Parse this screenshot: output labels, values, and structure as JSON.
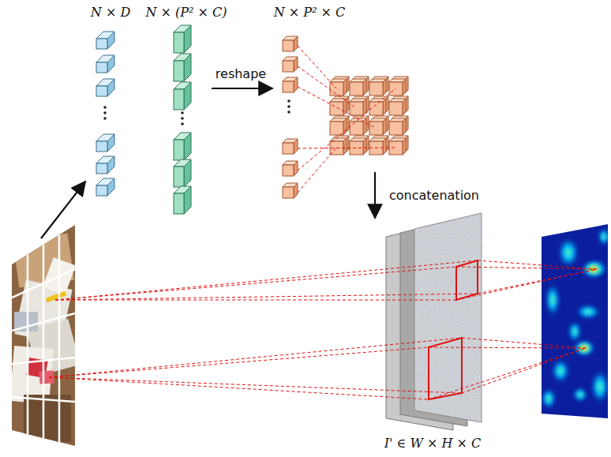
{
  "diagram": {
    "labels": [
      "N × D",
      "N × (P² × C)",
      "N × P² × C",
      "reshape",
      "concatenation",
      "I' ∈ W × H × C"
    ]
  }
}
